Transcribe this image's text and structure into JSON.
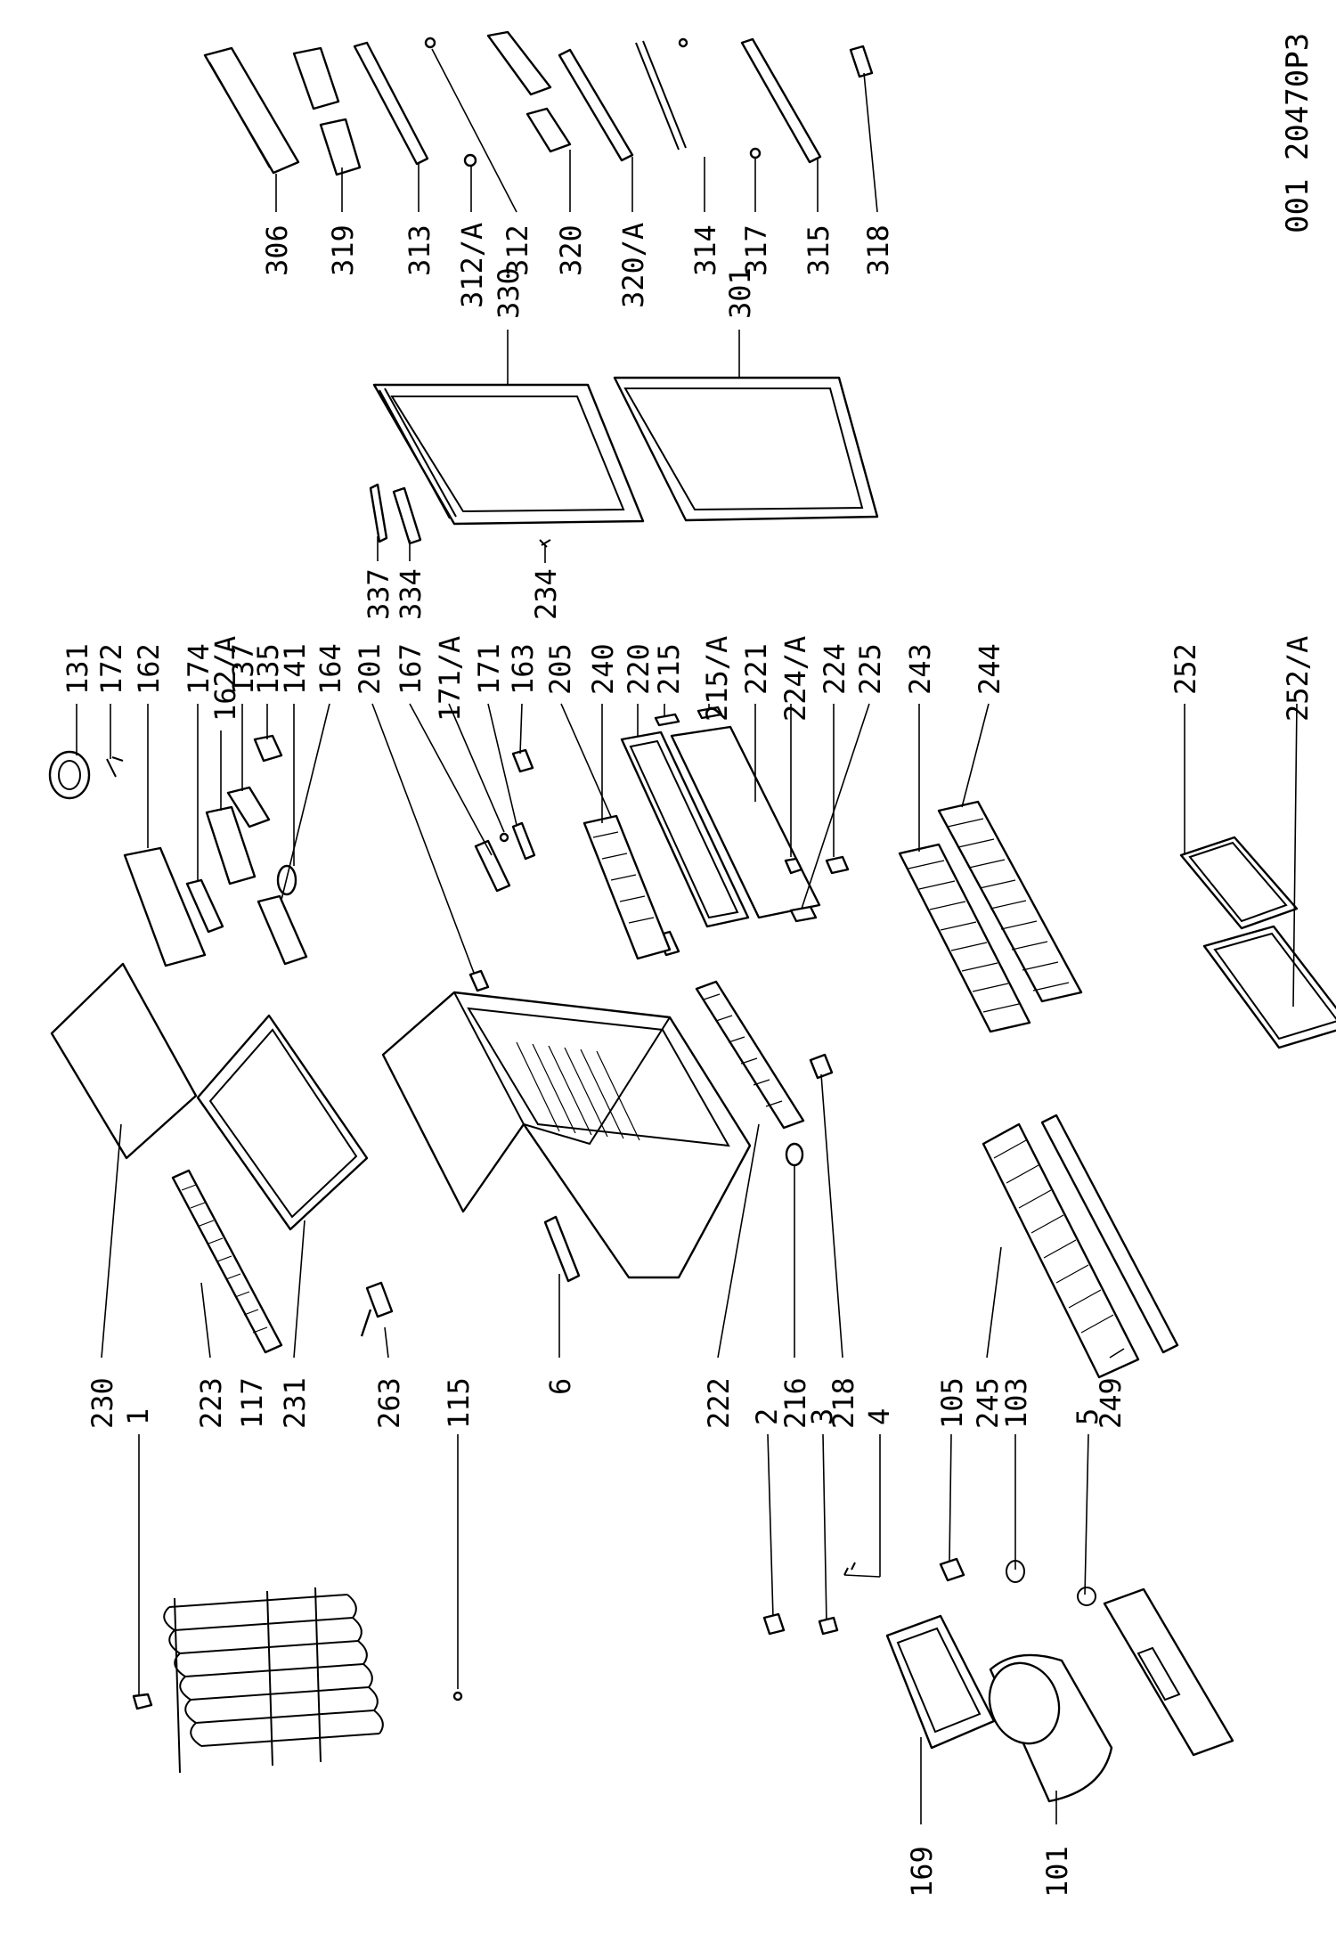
{
  "document_code": "001 20470P3",
  "labels": {
    "l306": "306",
    "l319": "319",
    "l313": "313",
    "l312a": "312/A",
    "l312": "312",
    "l320": "320",
    "l320a": "320/A",
    "l314": "314",
    "l317": "317",
    "l315": "315",
    "l318": "318",
    "l330": "330",
    "l301": "301",
    "l337": "337",
    "l334": "334",
    "l234": "234",
    "l131": "131",
    "l172": "172",
    "l162": "162",
    "l174": "174",
    "l162a": "162/A",
    "l137": "137",
    "l135": "135",
    "l141": "141",
    "l164": "164",
    "l201": "201",
    "l167": "167",
    "l171a": "171/A",
    "l171": "171",
    "l163": "163",
    "l205": "205",
    "l240": "240",
    "l220": "220",
    "l215": "215",
    "l215a": "215/A",
    "l221": "221",
    "l224a": "224/A",
    "l224": "224",
    "l225": "225",
    "l243": "243",
    "l244": "244",
    "l252": "252",
    "l252a": "252/A",
    "l230": "230",
    "l223": "223",
    "l117": "117",
    "l231": "231",
    "l1": "1",
    "l263": "263",
    "l115": "115",
    "l6": "6",
    "l222": "222",
    "l2": "2",
    "l216": "216",
    "l3": "3",
    "l218": "218",
    "l4": "4",
    "l105": "105",
    "l245": "245",
    "l103": "103",
    "l5": "5",
    "l249": "249",
    "l169": "169",
    "l101": "101"
  }
}
